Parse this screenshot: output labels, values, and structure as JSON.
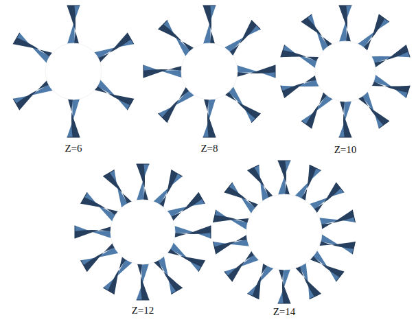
{
  "diagram": {
    "labels": [
      "Z=6",
      "Z=8",
      "Z=10",
      "Z=12",
      "Z=14"
    ]
  }
}
